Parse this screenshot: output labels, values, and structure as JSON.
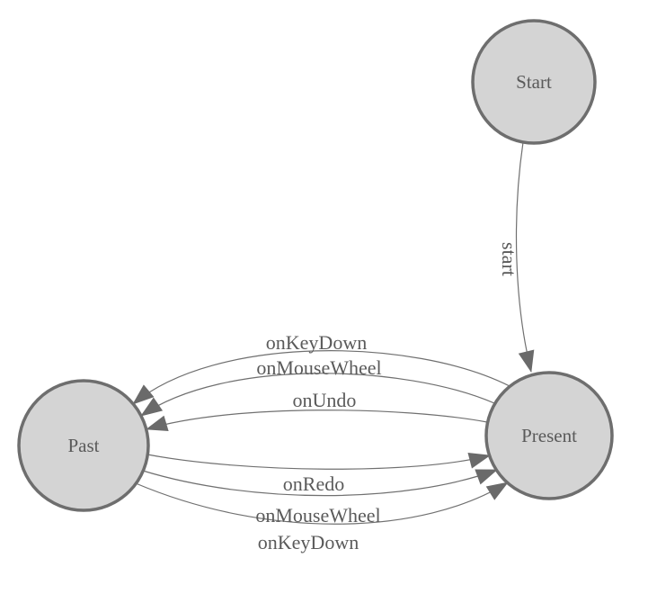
{
  "diagram": {
    "type": "state-machine",
    "background": "#ffffff",
    "colors": {
      "node_fill": "#d4d4d4",
      "node_stroke": "#6e6e6e",
      "edge_stroke": "#707070",
      "arrow_fill": "#6a6a6a",
      "text": "#5a5a5a"
    },
    "nodes": [
      {
        "id": "start",
        "label": "Start"
      },
      {
        "id": "present",
        "label": "Present"
      },
      {
        "id": "past",
        "label": "Past"
      }
    ],
    "edges": [
      {
        "from": "start",
        "to": "present",
        "label": "start"
      },
      {
        "from": "present",
        "to": "past",
        "label": "onKeyDown"
      },
      {
        "from": "present",
        "to": "past",
        "label": "onMouseWheel"
      },
      {
        "from": "present",
        "to": "past",
        "label": "onUndo"
      },
      {
        "from": "past",
        "to": "present",
        "label": "onRedo"
      },
      {
        "from": "past",
        "to": "present",
        "label": "onMouseWheel"
      },
      {
        "from": "past",
        "to": "present",
        "label": "onKeyDown"
      }
    ]
  }
}
